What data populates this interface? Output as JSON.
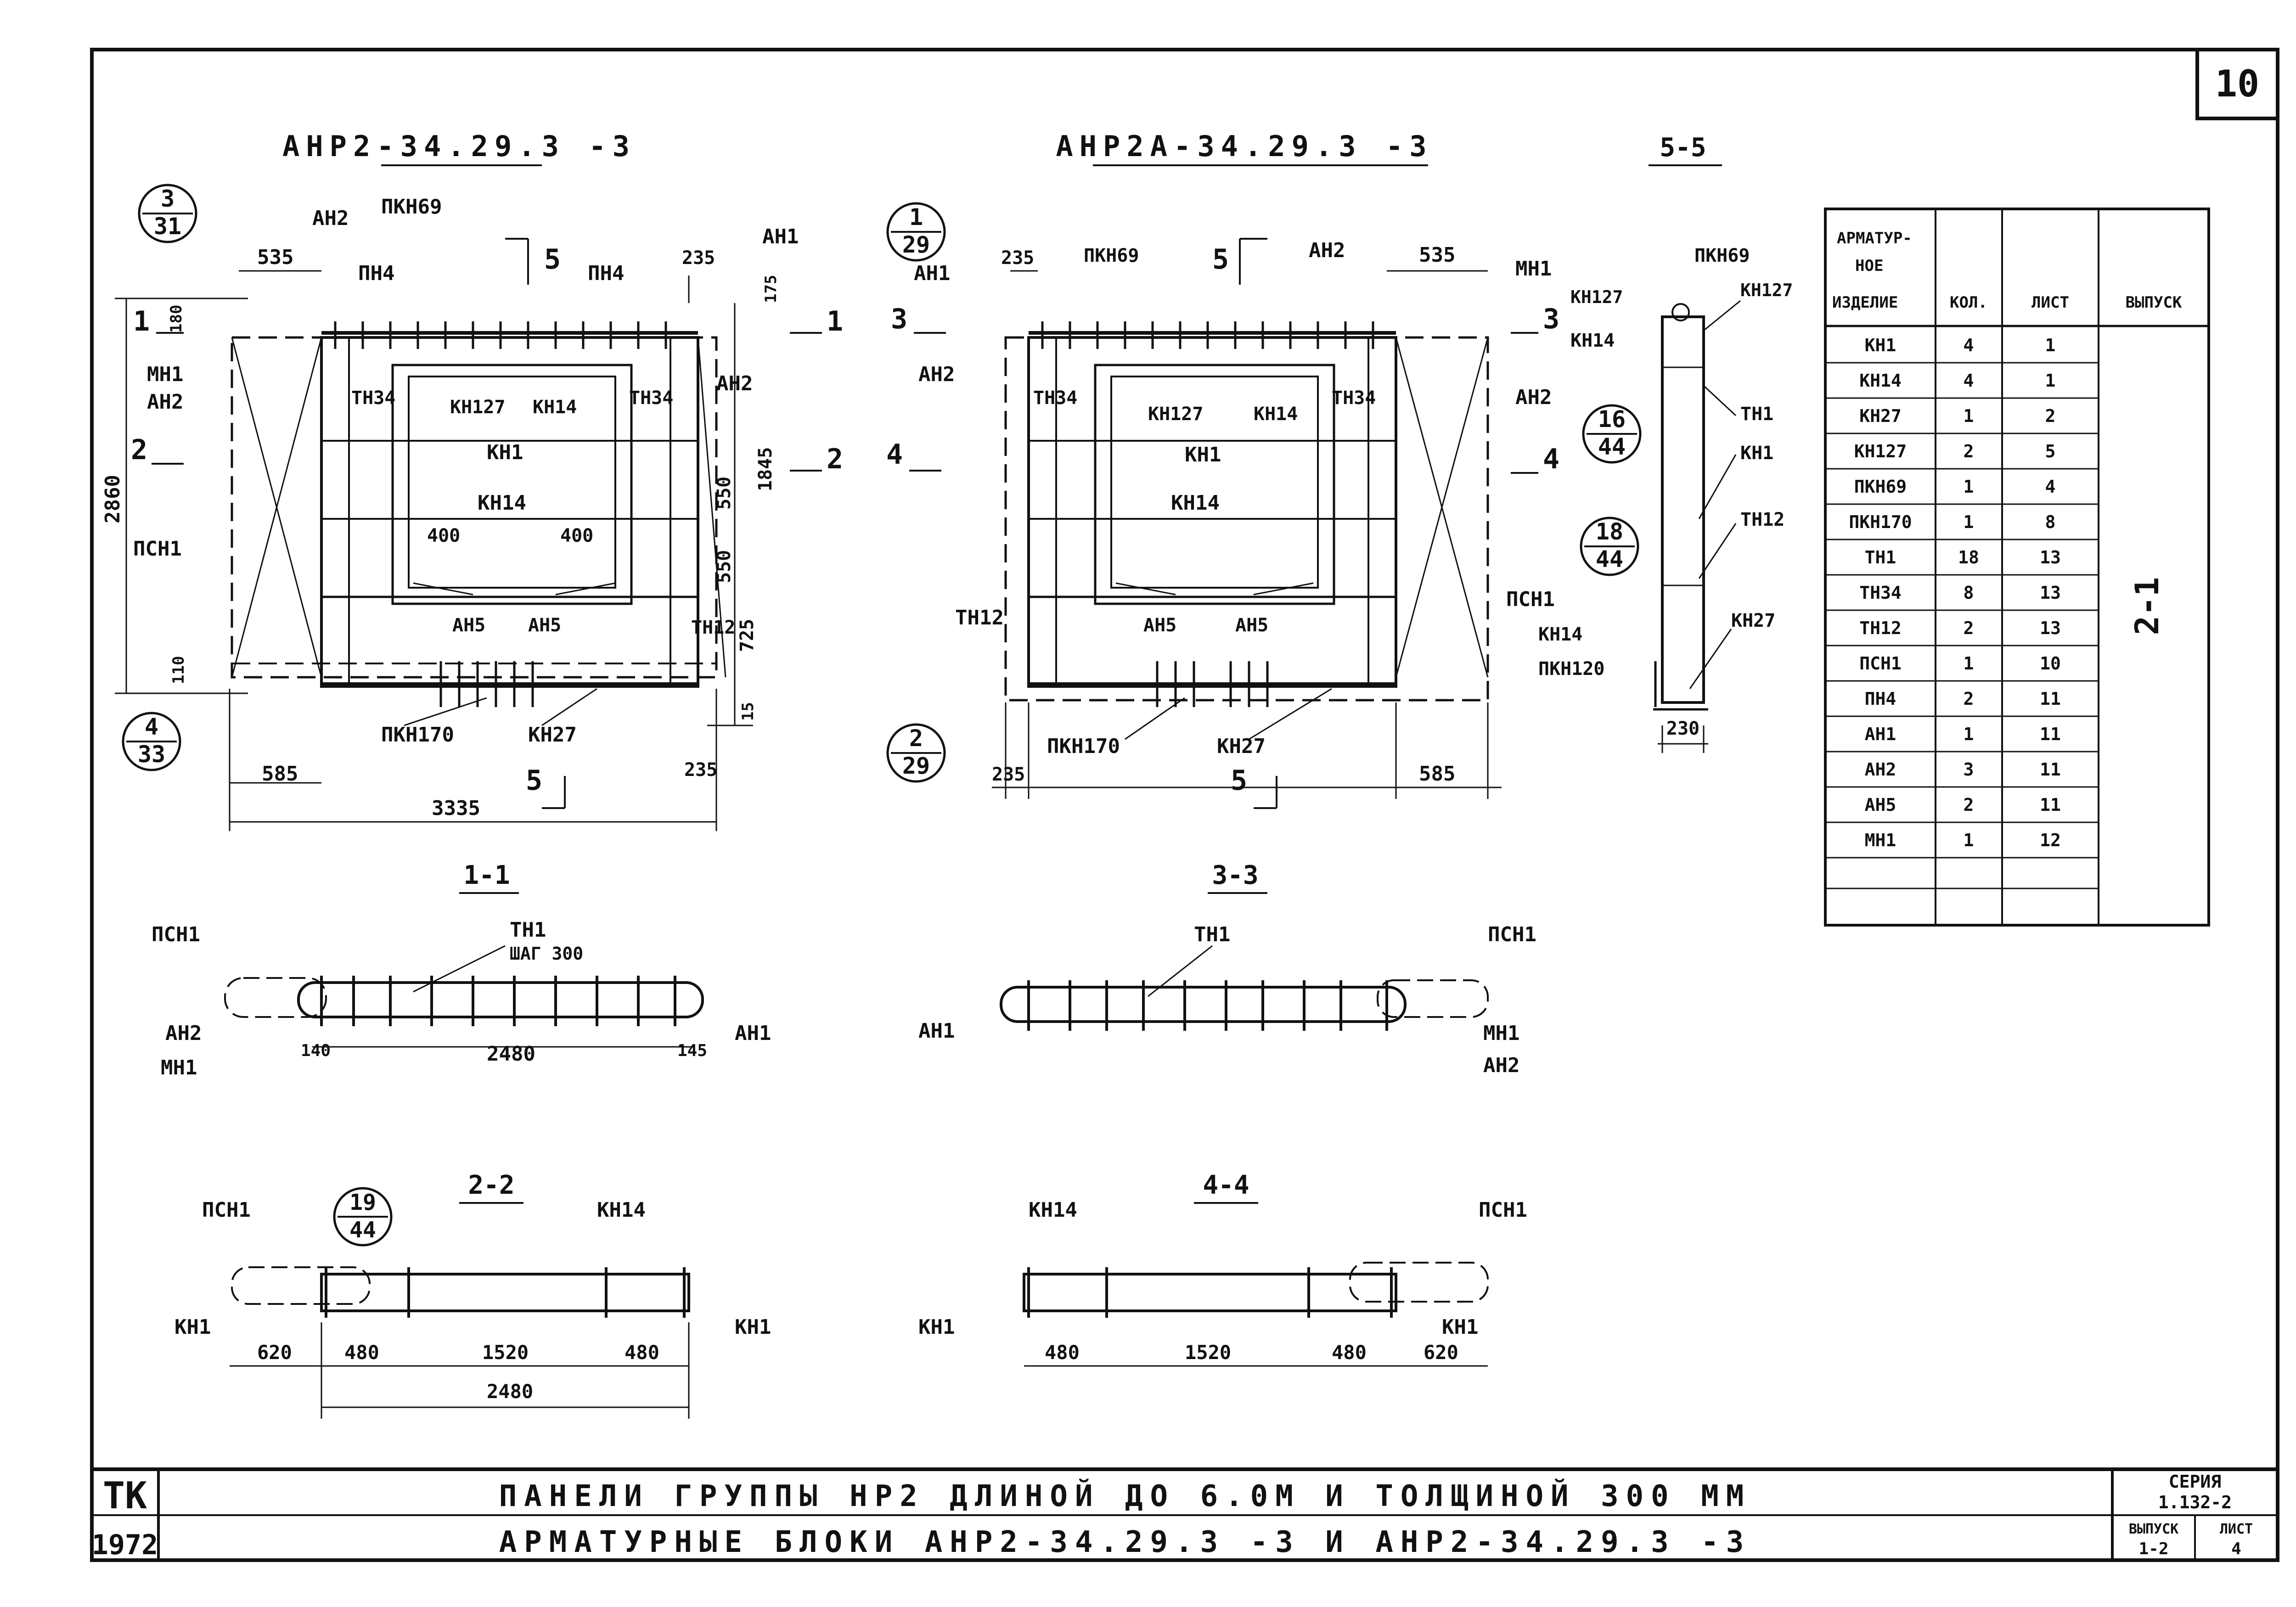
{
  "sheet_number": "10",
  "views": {
    "left_title": "АНР2-34.29.3 -3",
    "mid_title": "АНР2А-34.29.3 -3",
    "section_55": "5-5",
    "section_11": "1-1",
    "section_33": "3-3",
    "section_22": "2-2",
    "section_44": "4-4"
  },
  "refs": {
    "l_top_num": "3",
    "l_top_den": "31",
    "l_bot_num": "4",
    "l_bot_den": "33",
    "m_top_num": "1",
    "m_top_den": "29",
    "m_bot_num": "2",
    "m_bot_den": "29",
    "s55_a_num": "16",
    "s55_a_den": "44",
    "s55_b_num": "18",
    "s55_b_den": "44",
    "s22_num": "19",
    "s22_den": "44"
  },
  "cut_marks": {
    "c1": "1",
    "c2": "2",
    "c3": "3",
    "c4": "4",
    "c5": "5"
  },
  "left_labels": {
    "an2_top": "АН2",
    "pkn69": "ПКН69",
    "pn4_a": "ПН4",
    "pn4_b": "ПН4",
    "an1": "АН1",
    "mn1": "МН1",
    "an2_mid": "АН2",
    "an2_right": "АН2",
    "tn34_a": "ТН34",
    "tn34_b": "ТН34",
    "kn127": "КН127",
    "kn14": "КН14",
    "kn1": "КН1",
    "kn14_b": "КН14",
    "psn1": "ПСН1",
    "an5_a": "АН5",
    "an5_b": "АН5",
    "tn12": "ТН12",
    "pkn170": "ПКН170",
    "kn27": "КН27"
  },
  "left_dims": {
    "d535": "535",
    "d235": "235",
    "d180": "180",
    "d175": "175",
    "d2860": "2860",
    "d1845": "1845",
    "d550a": "550",
    "d550b": "550",
    "d725": "725",
    "d15": "15",
    "d400a": "400",
    "d400b": "400",
    "d110": "110",
    "d585": "585",
    "d235b": "235",
    "d3335": "3335"
  },
  "mid_labels": {
    "pkn69": "ПКН69",
    "an2_top": "АН2",
    "mn1": "МН1",
    "an1": "АН1",
    "an2_left": "АН2",
    "tn34_a": "ТН34",
    "tn34_b": "ТН34",
    "kn127": "КН127",
    "kn14": "КН14",
    "kn1": "КН1",
    "an2_right": "АН2",
    "kn14_b": "КН14",
    "psn1": "ПСН1",
    "tn12": "ТН12",
    "an5_a": "АН5",
    "an5_b": "АН5",
    "pkn170": "ПКН170",
    "kn27": "КН27"
  },
  "mid_dims": {
    "d235": "235",
    "d535": "535",
    "d235b": "235",
    "d585": "585"
  },
  "s55_labels": {
    "pkn69": "ПКН69",
    "kn127_a": "КН127",
    "kn127_b": "КН127",
    "kn14": "КН14",
    "tn1": "ТН1",
    "kn1": "КН1",
    "tn12": "ТН12",
    "kn14_b": "КН14",
    "kn27": "КН27",
    "pkn120": "ПКН120",
    "d230": "230"
  },
  "s11": {
    "psn1": "ПСН1",
    "tn1": "ТН1",
    "step": "ШАГ 300",
    "an2": "АН2",
    "mn1": "МН1",
    "an1": "АН1",
    "d140": "140",
    "d2480": "2480",
    "d145": "145"
  },
  "s33": {
    "tn1": "ТН1",
    "psn1": "ПСН1",
    "an1": "АН1",
    "mn1": "МН1",
    "an2": "АН2"
  },
  "s22": {
    "psn1": "ПСН1",
    "kn14": "КН14",
    "kn1_a": "КН1",
    "kn1_b": "КН1",
    "d620": "620",
    "d480a": "480",
    "d1520": "1520",
    "d480b": "480",
    "d2480": "2480"
  },
  "s44": {
    "kn14": "КН14",
    "psn1": "ПСН1",
    "kn1_a": "КН1",
    "kn1_b": "КН1",
    "d480a": "480",
    "d1520": "1520",
    "d480b": "480",
    "d620": "620"
  },
  "table": {
    "headers": [
      "АРМАТУР- НОЕ ИЗДЕЛИЕ",
      "КОЛ.",
      "ЛИСТ",
      "ВЫПУСК"
    ],
    "header_lines": [
      "АРМАТУР-",
      "НОЕ",
      "ИЗДЕЛИЕ"
    ],
    "rows": [
      [
        "КН1",
        "4",
        "1"
      ],
      [
        "КН14",
        "4",
        "1"
      ],
      [
        "КН27",
        "1",
        "2"
      ],
      [
        "КН127",
        "2",
        "5"
      ],
      [
        "ПКН69",
        "1",
        "4"
      ],
      [
        "ПКН170",
        "1",
        "8"
      ],
      [
        "ТН1",
        "18",
        "13"
      ],
      [
        "ТН34",
        "8",
        "13"
      ],
      [
        "ТН12",
        "2",
        "13"
      ],
      [
        "ПСН1",
        "1",
        "10"
      ],
      [
        "ПН4",
        "2",
        "11"
      ],
      [
        "АН1",
        "1",
        "11"
      ],
      [
        "АН2",
        "3",
        "11"
      ],
      [
        "АН5",
        "2",
        "11"
      ],
      [
        "МН1",
        "1",
        "12"
      ]
    ],
    "issue": "2-1"
  },
  "title_block": {
    "org": "ТК",
    "year": "1972",
    "line1": "ПАНЕЛИ ГРУППЫ НР2 ДЛИНОЙ ДО 6.0М И ТОЛЩИНОЙ 300 ММ",
    "line2": "АРМАТУРНЫЕ БЛОКИ АНР2-34.29.3 -3 И АНР2-34.29.3 -3",
    "series_label": "СЕРИЯ",
    "series": "1.132-2",
    "issue_label": "ВЫПУСК",
    "issue": "1-2",
    "sheet_label": "ЛИСТ",
    "sheet": "4"
  }
}
